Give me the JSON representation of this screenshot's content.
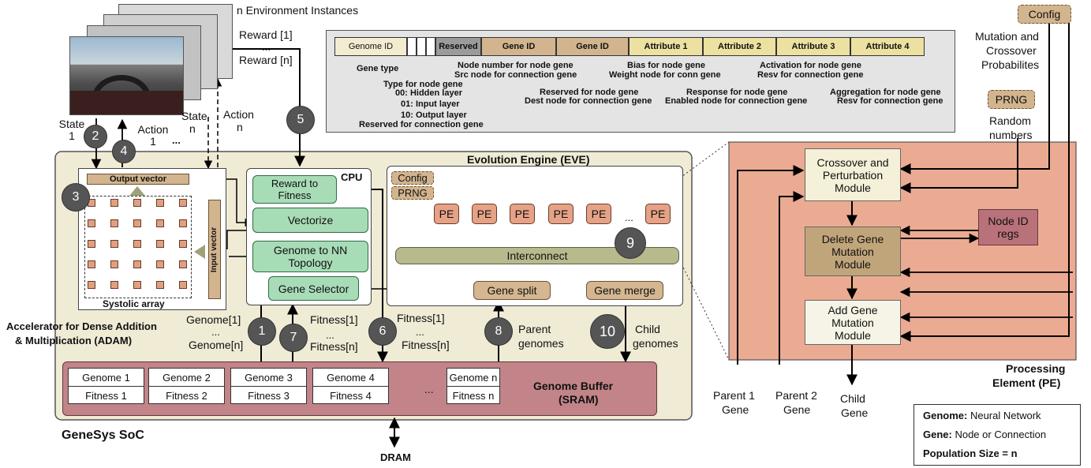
{
  "env": {
    "instances": "n Environment Instances",
    "reward1": "Reward [1]",
    "dots": "...",
    "rewardn": "Reward [n]",
    "state1": "State 1",
    "statename": "State",
    "staten": "n",
    "action1": "Action 1",
    "actionn_a": "Action",
    "actionn_b": "n",
    "dots2": "..."
  },
  "steps": [
    "1",
    "2",
    "3",
    "4",
    "5",
    "6",
    "7",
    "8",
    "9",
    "10"
  ],
  "genome_format": {
    "cells": [
      "Genome ID",
      "Reserved",
      "Gene ID",
      "Gene ID",
      "Attribute 1",
      "Attribute 2",
      "Attribute 3",
      "Attribute 4"
    ],
    "gene_type": "Gene type",
    "type_node": "Type for node gene",
    "hidden": "00: Hidden layer",
    "input": "01: Input layer",
    "output": "10: Output layer",
    "reserved_conn": "Reserved  for connection gene",
    "node_num": "Node number for node gene",
    "src_node": "Src node for connection gene",
    "res_node": "Reserved for node gene",
    "dest_node": "Dest node for connection gene",
    "bias": "Bias for node gene",
    "weight": "Weight node for conn gene",
    "response": "Response for node gene",
    "enabled": "Enabled node for connection gene",
    "activation": "Activation for node gene",
    "resv_conn1": "Resv for connection gene",
    "aggregation": "Aggregation for node gene",
    "resv_conn2": "Resv for connection gene"
  },
  "adam": {
    "output_vector": "Output vector",
    "input_vector": "Input vector",
    "systolic": "Systolic array",
    "label1": "Accelerator for Dense Addition",
    "label2": "& Multiplication (ADAM)"
  },
  "cpu": {
    "title": "CPU",
    "reward_fitness": "Reward to Fitness",
    "vectorize": "Vectorize",
    "genome_nn": "Genome to NN Topology",
    "gene_selector": "Gene Selector"
  },
  "eve": {
    "title": "Evolution Engine (EVE)",
    "config": "Config",
    "prng": "PRNG",
    "pe": "PE",
    "dots": "...",
    "interconnect": "Interconnect",
    "gene_split": "Gene split",
    "gene_merge": "Gene merge"
  },
  "flows": {
    "genome1": "Genome[1]",
    "dots": "...",
    "genomen": "Genome[n]",
    "fitness1": "Fitness[1]",
    "fitnessn": "Fitness[n]",
    "parent": "Parent",
    "genomes": "genomes",
    "child": "Child",
    "cgenomes": "genomes"
  },
  "buffer": {
    "entries": [
      {
        "g": "Genome 1",
        "f": "Fitness 1"
      },
      {
        "g": "Genome 2",
        "f": "Fitness 2"
      },
      {
        "g": "Genome 3",
        "f": "Fitness 3"
      },
      {
        "g": "Genome 4",
        "f": "Fitness 4"
      },
      {
        "g": "Genome n",
        "f": "Fitness n"
      }
    ],
    "dots": "...",
    "title1": "Genome Buffer",
    "title2": "(SRAM)"
  },
  "soc": "GeneSys SoC",
  "dram": "DRAM",
  "pe_detail": {
    "config": "Config",
    "mut1": "Mutation and",
    "mut2": "Crossover",
    "mut3": "Probabilites",
    "prng": "PRNG",
    "rand1": "Random",
    "rand2": "numbers",
    "crossover1": "Crossover and",
    "crossover2": "Perturbation",
    "crossover3": "Module",
    "nodeid1": "Node ID",
    "nodeid2": "regs",
    "delete1": "Delete Gene Mutation",
    "delete2": "Module",
    "add1": "Add Gene Mutation",
    "add2": "Module",
    "pe_title1": "Processing",
    "pe_title2": "Element (PE)",
    "p1a": "Parent 1",
    "p1b": "Gene",
    "p2a": "Parent 2",
    "p2b": "Gene",
    "ca": "Child",
    "cb": "Gene"
  },
  "legend": {
    "genome_k": "Genome:",
    "genome_v": " Neural Network",
    "gene_k": "Gene:",
    "gene_v": " Node or Connection",
    "pop": "Population Size = n"
  }
}
